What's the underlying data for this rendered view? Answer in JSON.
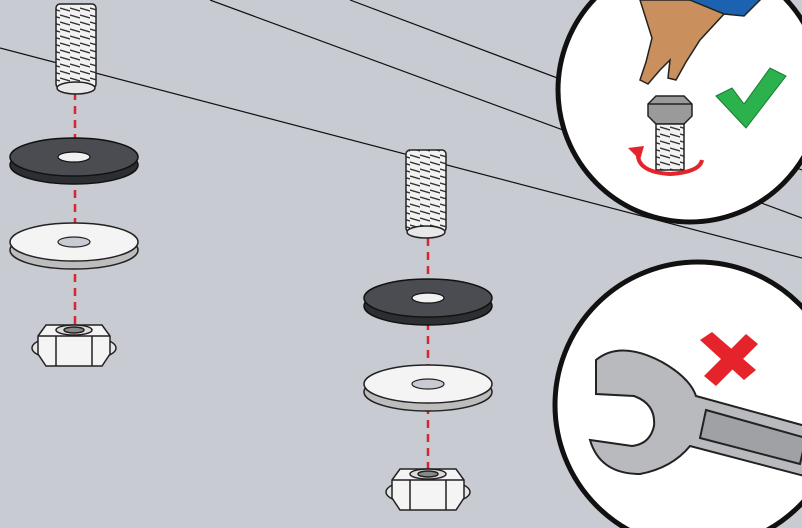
{
  "diagram": {
    "kind": "assembly-instruction",
    "background_color": "#c9cbd2",
    "guide_line_color": "#d8262e",
    "accent_ok": "#2bb24c",
    "accent_bad": "#e4232b",
    "stacks": [
      {
        "parts": [
          "threaded-stud",
          "black-rubber-washer",
          "white-flat-washer",
          "flange-nut"
        ]
      },
      {
        "parts": [
          "threaded-stud",
          "black-rubber-washer",
          "white-flat-washer",
          "flange-nut"
        ]
      }
    ],
    "callouts": [
      {
        "meaning": "hand-tighten",
        "verdict": "correct",
        "icons": [
          "hand-icon",
          "bolt-icon",
          "rotate-arrow-icon",
          "checkmark-icon"
        ]
      },
      {
        "meaning": "no-wrench",
        "verdict": "incorrect",
        "icons": [
          "wrench-icon",
          "cross-icon"
        ]
      }
    ]
  }
}
